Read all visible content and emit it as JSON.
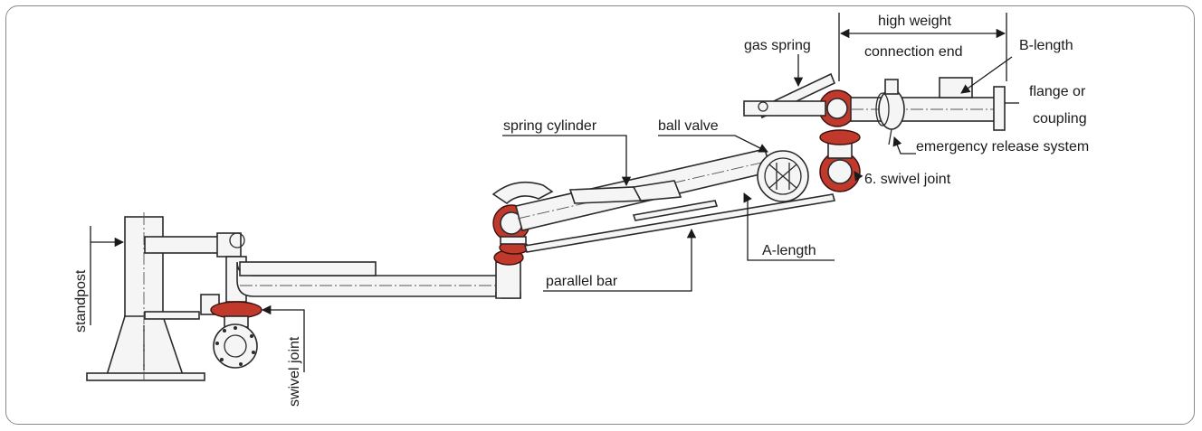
{
  "labels": {
    "high_weight": "high weight",
    "connection_end": "connection end",
    "gas_spring": "gas spring",
    "b_length": "B-length",
    "flange_or": "flange or",
    "coupling": "coupling",
    "spring_cylinder": "spring cylinder",
    "ball_valve": "ball valve",
    "emergency_release": "emergency release system",
    "swivel_joint_6": "6. swivel joint",
    "a_length": "A-length",
    "parallel_bar": "parallel bar",
    "standpost": "standpost",
    "swivel_joint": "swivel joint"
  },
  "colors": {
    "swivel": "#c0392b",
    "line": "#2a2a2a",
    "pipe_fill": "#f5f5f5"
  }
}
